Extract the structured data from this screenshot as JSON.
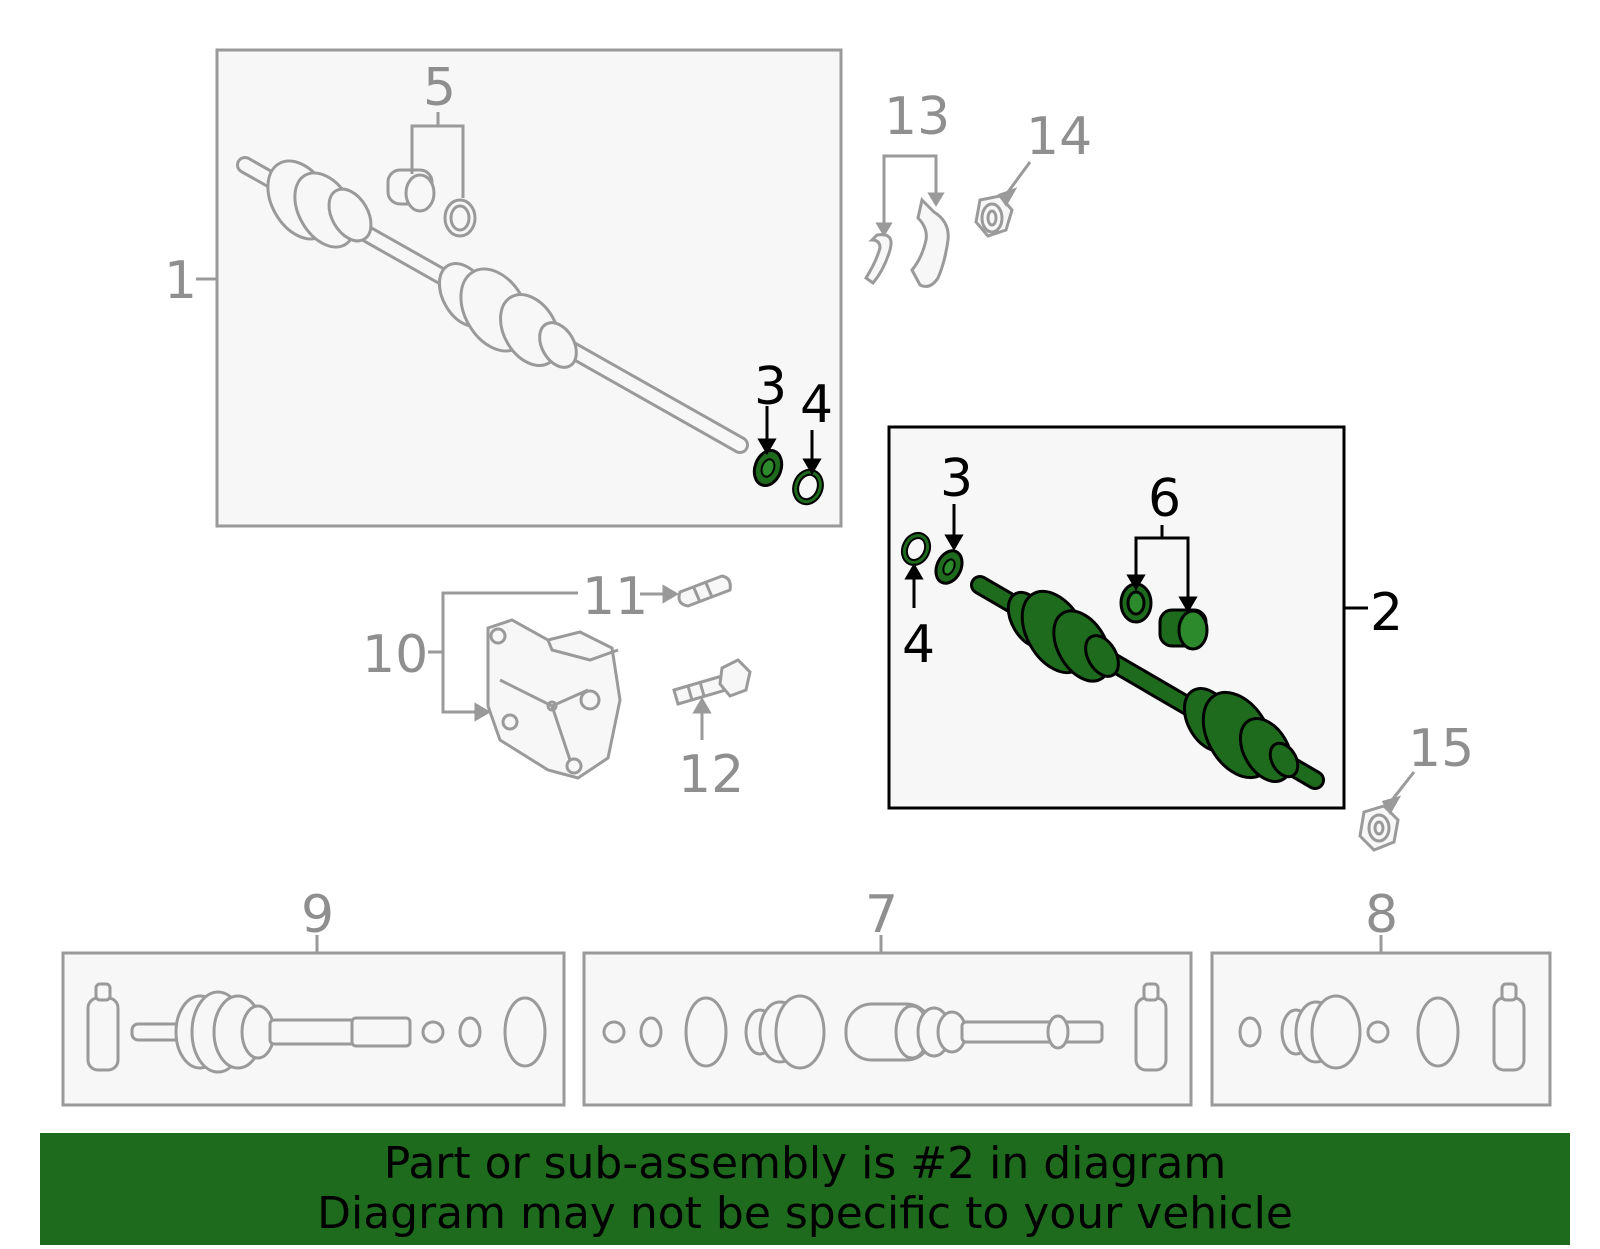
{
  "callouts": {
    "c1": "1",
    "c2": "2",
    "c3a": "3",
    "c3b": "3",
    "c4a": "4",
    "c4b": "4",
    "c5": "5",
    "c6": "6",
    "c7": "7",
    "c8": "8",
    "c9": "9",
    "c10": "10",
    "c11": "11",
    "c12": "12",
    "c13": "13",
    "c14": "14",
    "c15": "15"
  },
  "banner": {
    "line1": "Part or sub-assembly is #2 in diagram",
    "line2": "Diagram may not be specific to your vehicle"
  },
  "colors": {
    "highlight_part": "#1e6b1e",
    "banner_background": "#1e6b1e",
    "inactive_part": "#9a9a9a",
    "box_fill": "#f7f7f7"
  }
}
